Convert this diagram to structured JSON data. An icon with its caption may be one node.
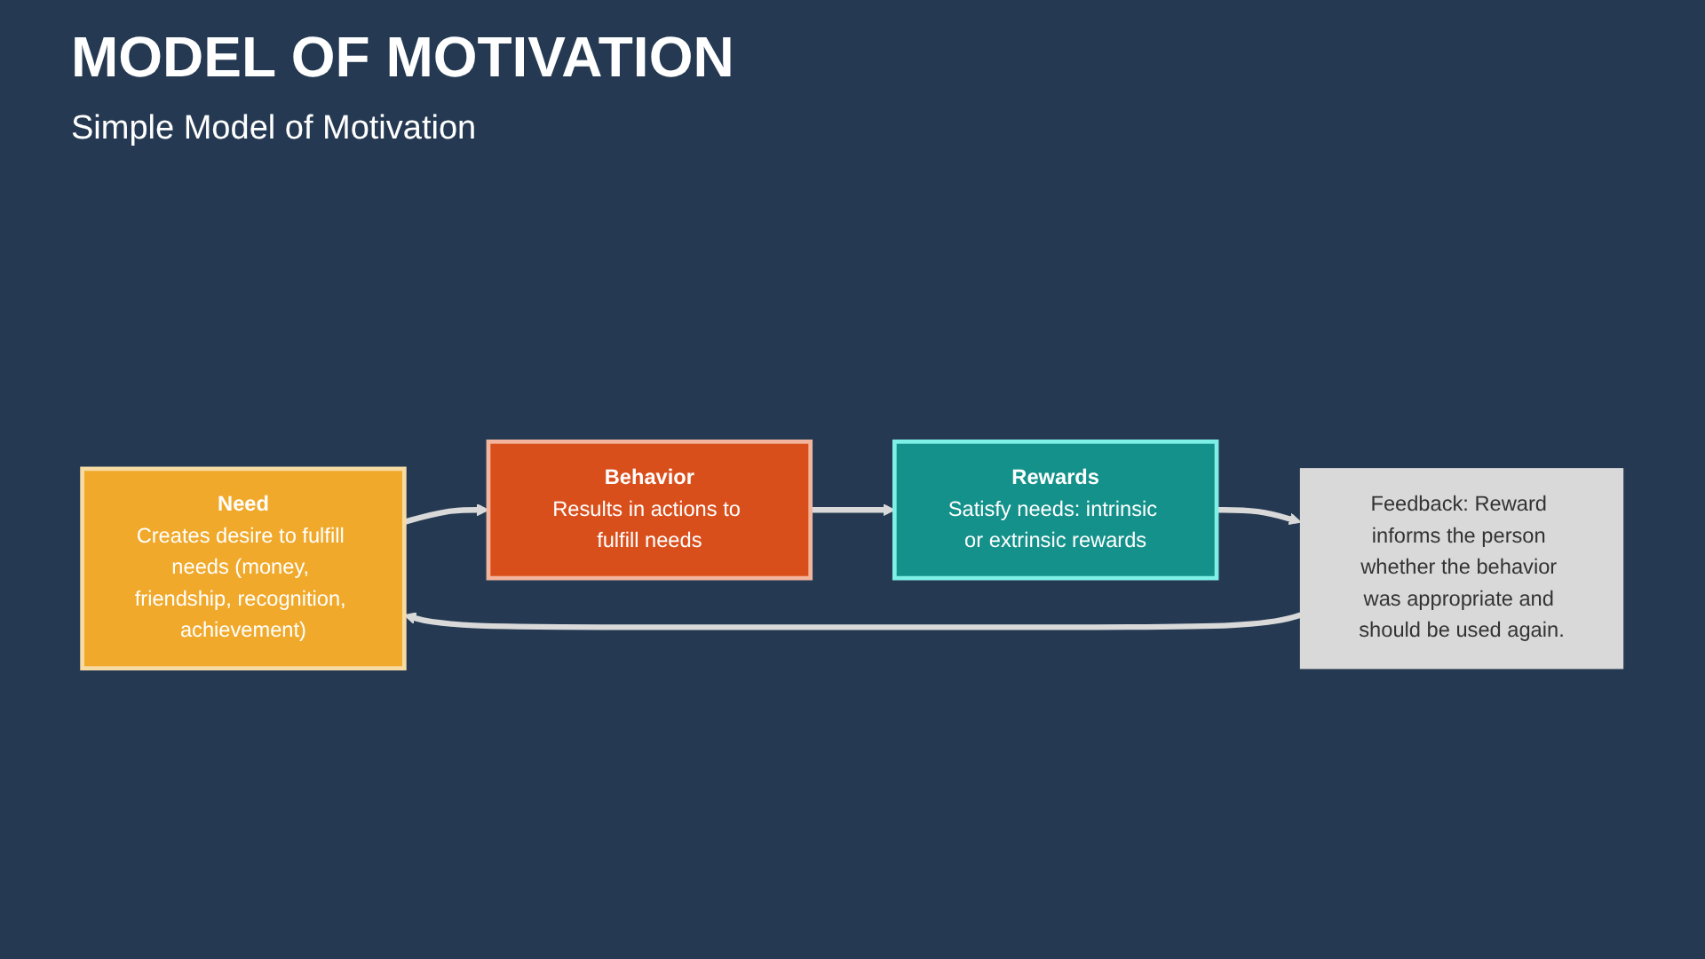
{
  "diagram": {
    "title": "MODEL OF MOTIVATION",
    "nodes": [
      {
        "text": [
          "Need",
          "Creates desire to fulfill needs (money, friendship, recognition, achievement)"
        ]
      },
      {
        "text": [
          "Behavior",
          "Results in actions to fulfill needs"
        ]
      },
      {
        "text": [
          "Rewards",
          "Satisfy needs: intrinsic or extrinsic rewards"
        ]
      },
      {
        "text": [
          "Feedback: Reward informs the person whether the behavior was appropriate and should be used again."
        ]
      }
    ],
    "edges": [
      {
        "from": 0,
        "to": 1,
        "arrow": "to"
      },
      {
        "from": 1,
        "to": 2,
        "arrow": "to"
      },
      {
        "from": 2,
        "to": 3,
        "arrow": "to"
      },
      {
        "from": 3,
        "to": 0,
        "arrow": "to"
      }
    ],
    "labels": [
      "Simple Model of Motivation"
    ]
  }
}
